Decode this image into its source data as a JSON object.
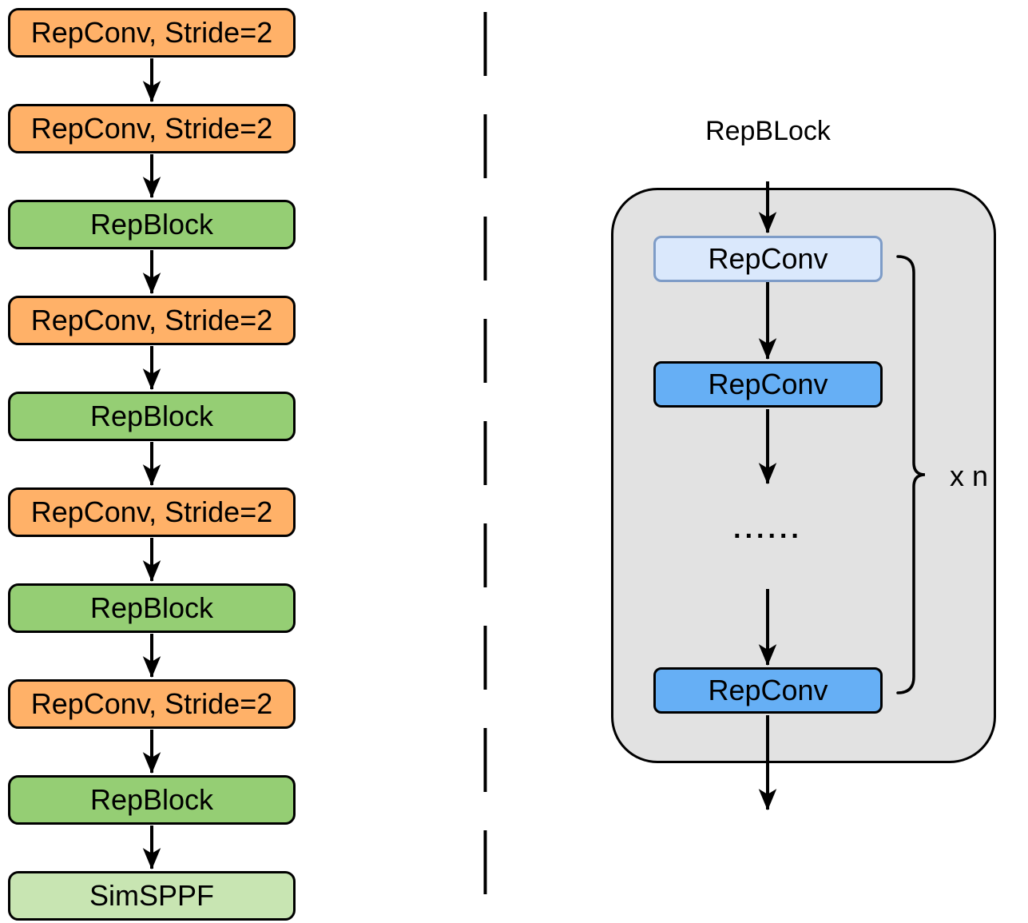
{
  "left_column": {
    "nodes": [
      {
        "label": "RepConv, Stride=2",
        "kind": "repconv-stride2"
      },
      {
        "label": "RepConv, Stride=2",
        "kind": "repconv-stride2"
      },
      {
        "label": "RepBlock",
        "kind": "repblock"
      },
      {
        "label": "RepConv, Stride=2",
        "kind": "repconv-stride2"
      },
      {
        "label": "RepBlock",
        "kind": "repblock"
      },
      {
        "label": "RepConv, Stride=2",
        "kind": "repconv-stride2"
      },
      {
        "label": "RepBlock",
        "kind": "repblock"
      },
      {
        "label": "RepConv, Stride=2",
        "kind": "repconv-stride2"
      },
      {
        "label": "RepBlock",
        "kind": "repblock"
      },
      {
        "label": "SimSPPF",
        "kind": "simsppf"
      }
    ]
  },
  "right_panel": {
    "title": "RepBLock",
    "nodes": [
      {
        "label": "RepConv",
        "kind": "repconv-first"
      },
      {
        "label": "RepConv",
        "kind": "repconv-repeat"
      },
      {
        "label": "RepConv",
        "kind": "repconv-repeat"
      }
    ],
    "ellipsis": "......",
    "repeat_label": "x n"
  },
  "colors": {
    "conv_orange": "#FFB168",
    "repblock_green": "#95CE74",
    "simsppf_light_green": "#C8E5B2",
    "repconv_blue": "#66AFF5",
    "repconv_light_blue": "#DAE8FC",
    "light_blue_border": "#7E9CC7",
    "container_gray": "#E2E2E2",
    "line_black": "#000000",
    "background": "#FFFFFF"
  }
}
